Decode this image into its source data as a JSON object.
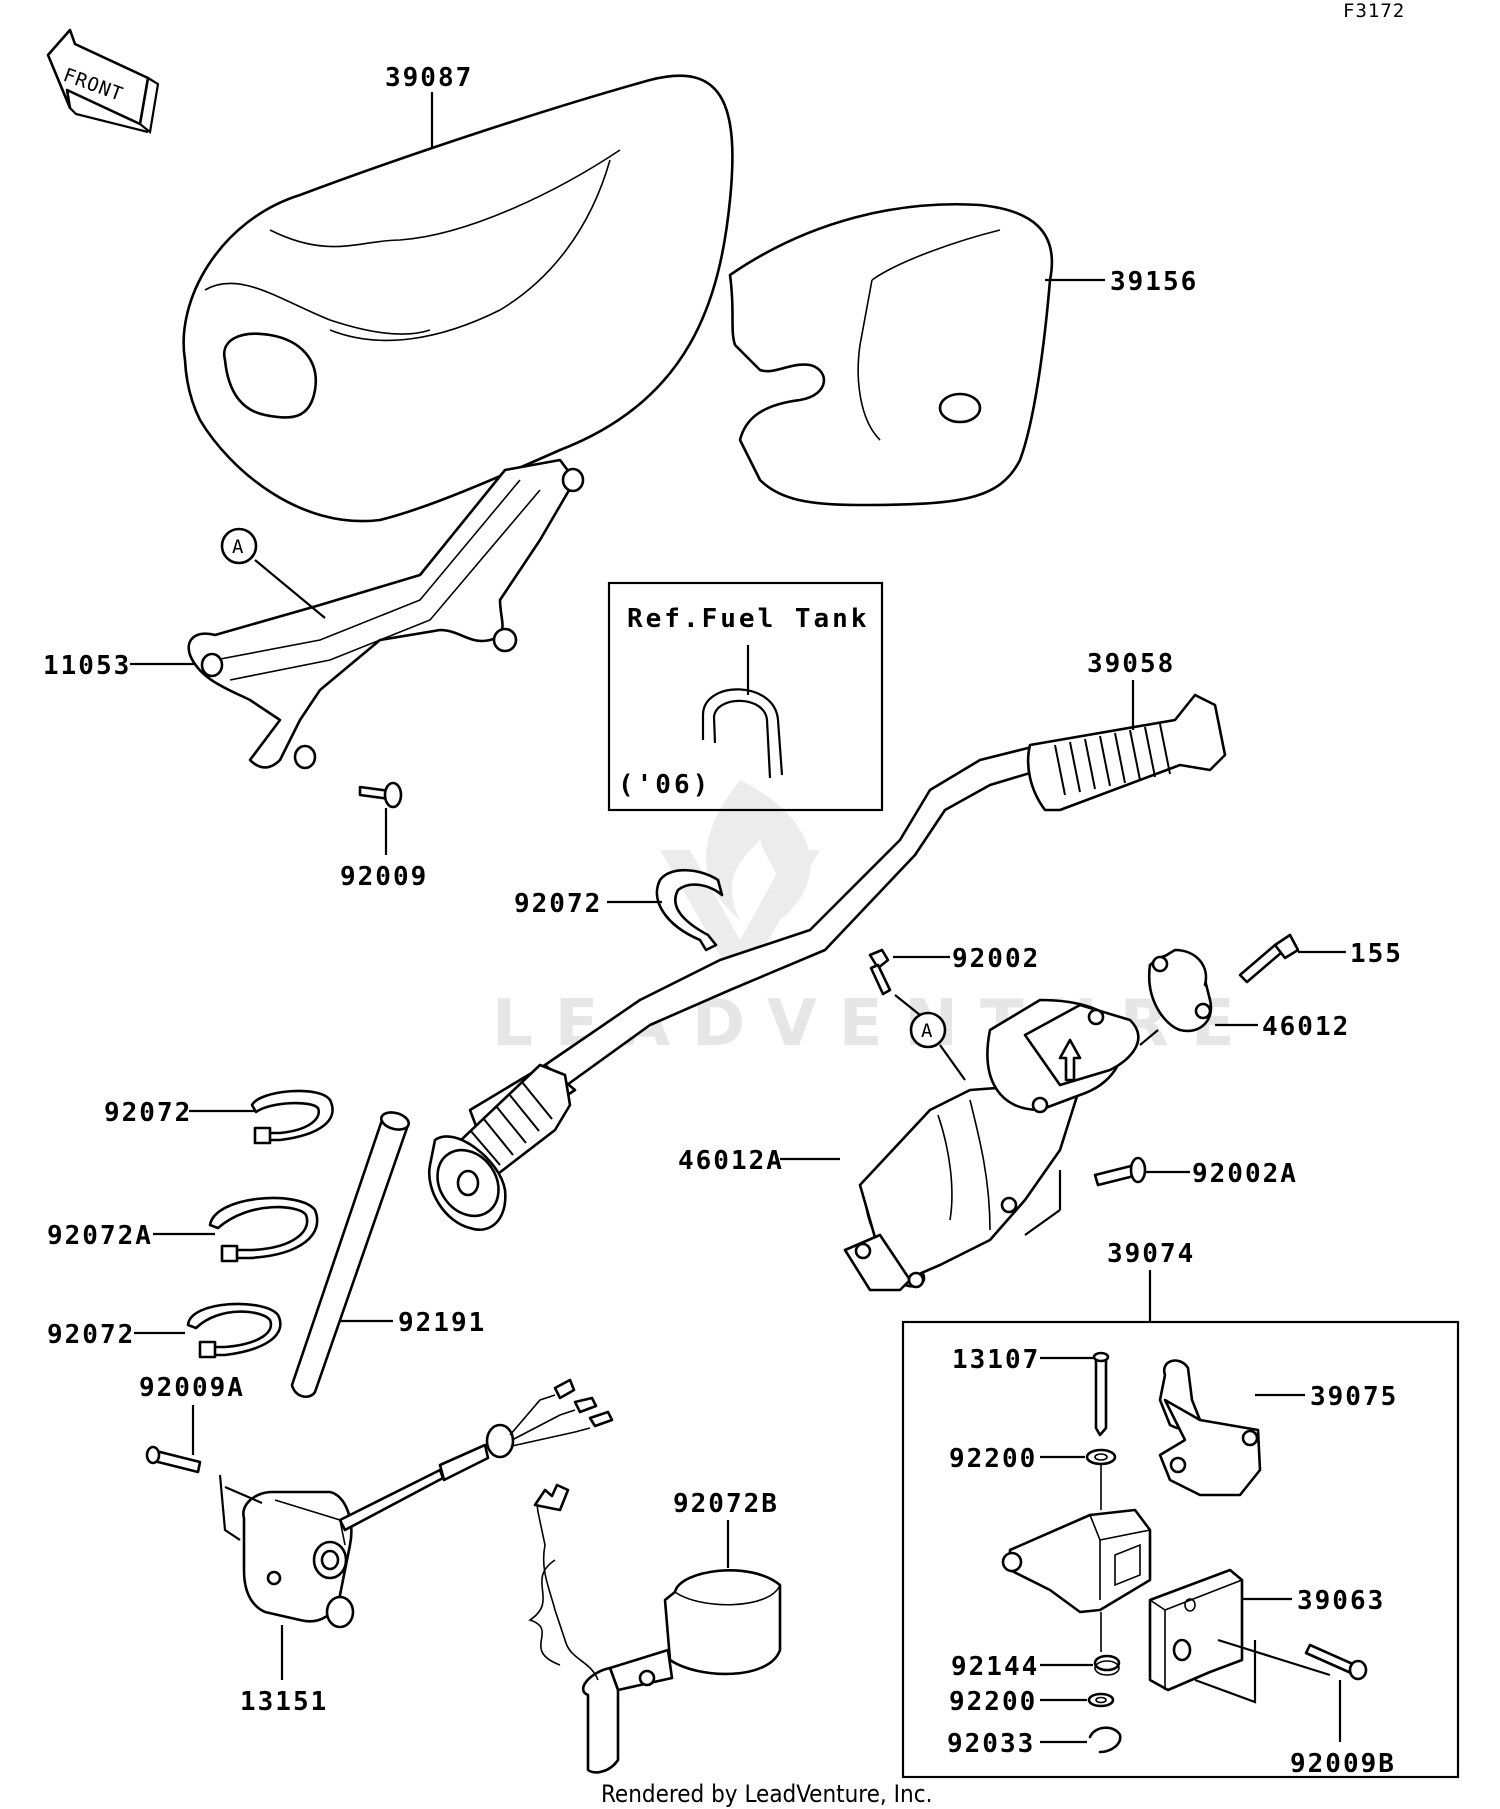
{
  "diagram_code": "F3172",
  "front_arrow_label": "FRONT",
  "reference_box": {
    "title": "Ref.Fuel  Tank",
    "note": "('06)"
  },
  "callout_letter": "A",
  "watermark": "LEADVENTURE",
  "footer": "Rendered by LeadVenture, Inc.",
  "parts": {
    "p39087": "39087",
    "p39156": "39156",
    "p11053": "11053",
    "p92009": "92009",
    "p39058": "39058",
    "p92072_top": "92072",
    "p92002": "92002",
    "p155": "155",
    "p46012": "46012",
    "p46012A": "46012A",
    "p92002A": "92002A",
    "p92072_left1": "92072",
    "p92072A": "92072A",
    "p92072_left2": "92072",
    "p92191": "92191",
    "p92009A": "92009A",
    "p13151": "13151",
    "p92072B": "92072B",
    "p39074": "39074",
    "p13107": "13107",
    "p39075": "39075",
    "p92200_a": "92200",
    "p39063": "39063",
    "p92144": "92144",
    "p92200_b": "92200",
    "p92033": "92033",
    "p92009B": "92009B"
  }
}
